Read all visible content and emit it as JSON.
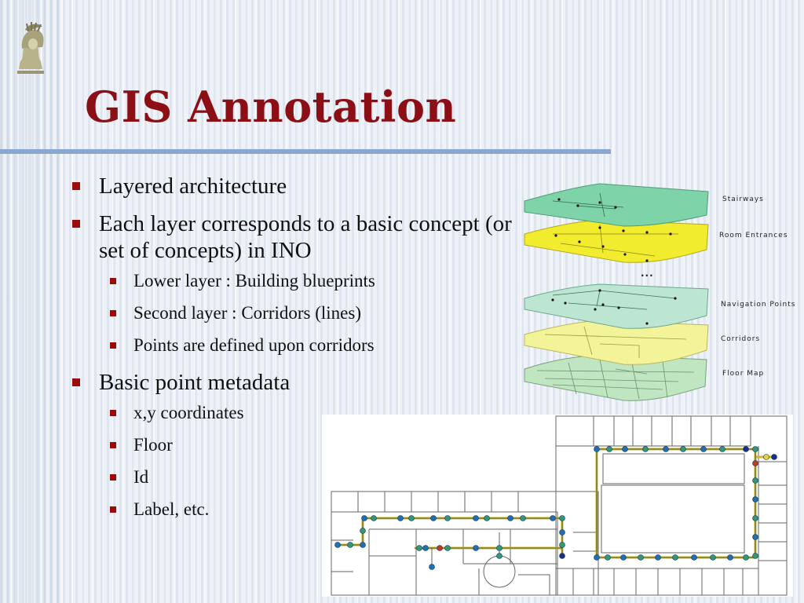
{
  "slide": {
    "title": "GIS Annotation",
    "logo_icon": "athena-helmet-icon",
    "accent_colors": {
      "title": "#8b0f14",
      "rule": "#8aa7cf",
      "bullet": "#9a0b0b"
    }
  },
  "bullets": [
    {
      "text": "Layered architecture"
    },
    {
      "text": "Each layer corresponds to a basic concept (or set of concepts) in INO",
      "sub": [
        "Lower layer : Building blueprints",
        "Second layer : Corridors (lines)",
        "Points are defined upon corridors"
      ]
    },
    {
      "text": "Basic point metadata",
      "sub": [
        "x,y coordinates",
        "Floor",
        "Id",
        "Label, etc."
      ]
    }
  ],
  "layers_diagram": {
    "labels": [
      "Stairways",
      "Room Entrances",
      "Navigation Points",
      "Corridors",
      "Floor Map"
    ],
    "ellipsis": "...",
    "colors": {
      "stairways": "#7fd3a8",
      "rooms": "#f2ec2e",
      "navigation": "#bde6d2",
      "corridors": "#f3f39a",
      "floor": "#bfe6c0"
    }
  },
  "floorplan": {
    "node_colors": [
      "#1f6fb4",
      "#2e9a7a",
      "#1a2e8c",
      "#c0392b",
      "#e8d13a"
    ]
  }
}
